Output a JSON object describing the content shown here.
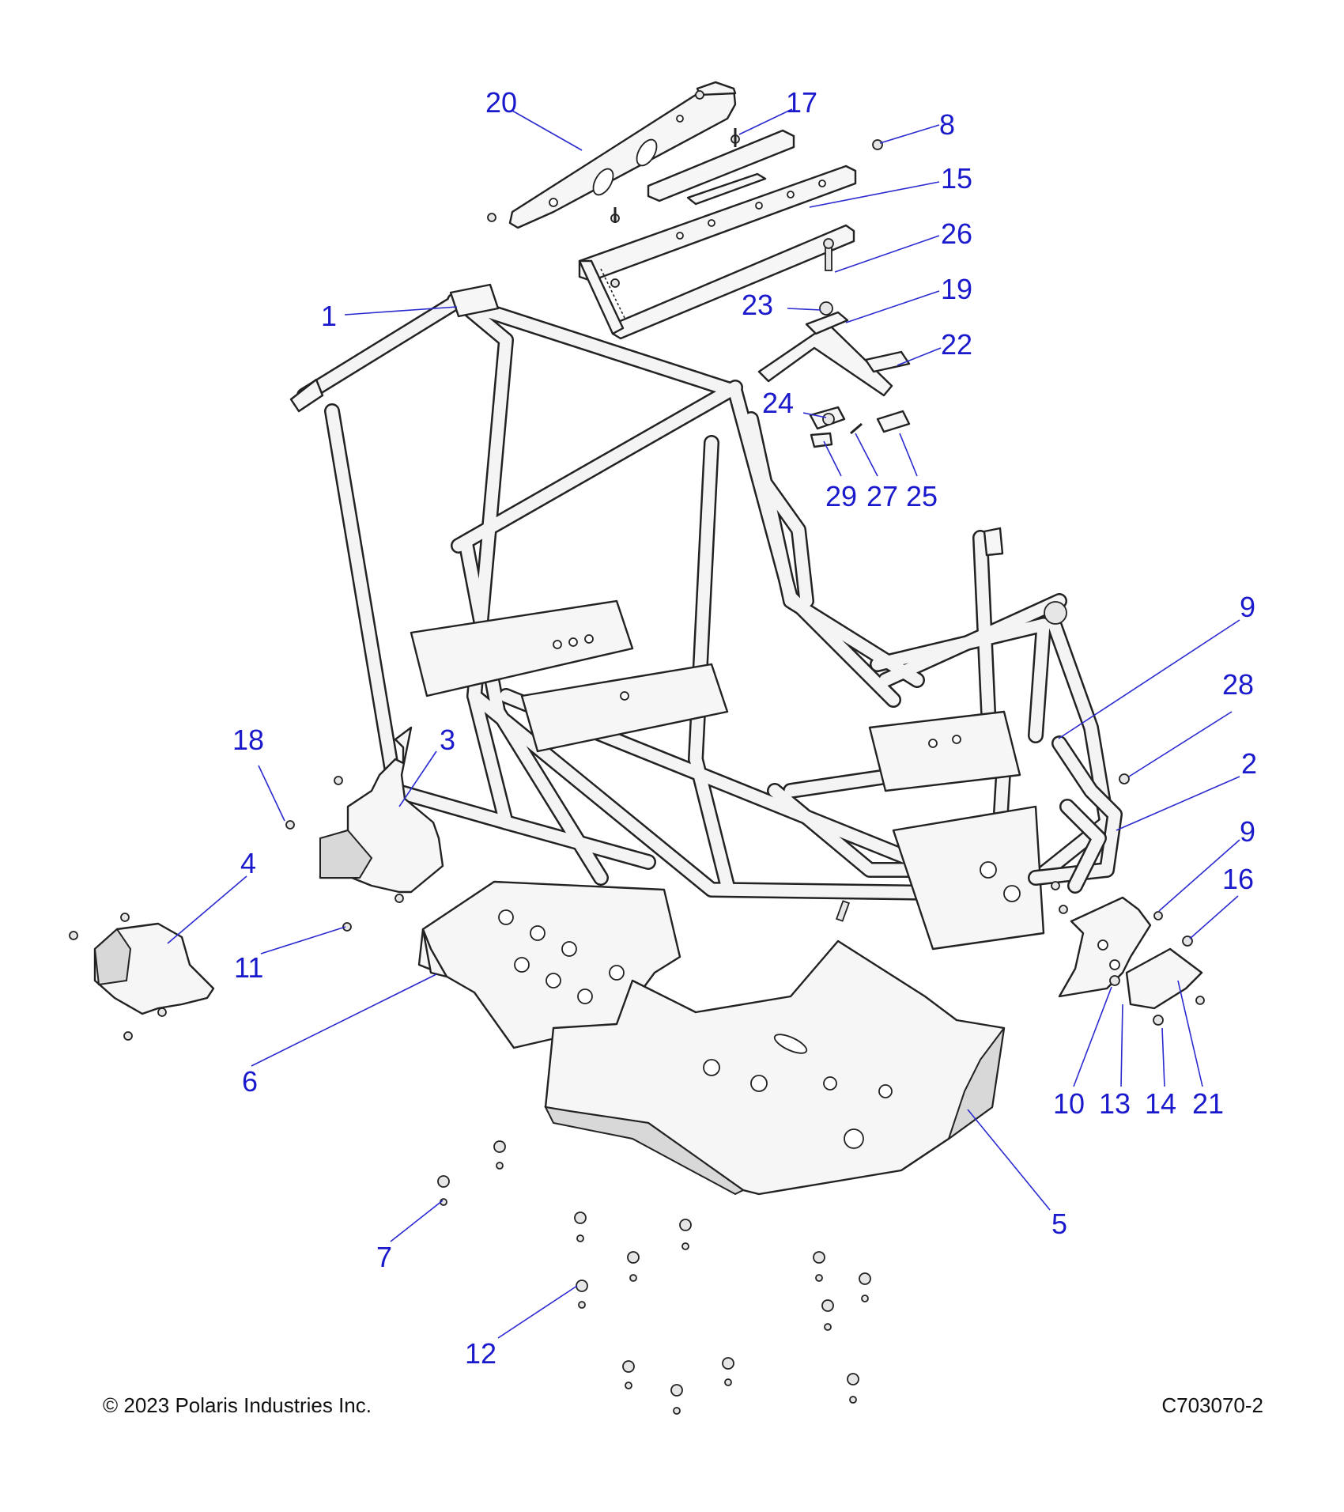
{
  "diagram": {
    "callouts": [
      {
        "id": "1",
        "label": "1"
      },
      {
        "id": "2",
        "label": "2"
      },
      {
        "id": "3",
        "label": "3"
      },
      {
        "id": "4",
        "label": "4"
      },
      {
        "id": "5",
        "label": "5"
      },
      {
        "id": "6",
        "label": "6"
      },
      {
        "id": "7",
        "label": "7"
      },
      {
        "id": "8",
        "label": "8"
      },
      {
        "id": "9a",
        "label": "9"
      },
      {
        "id": "9b",
        "label": "9"
      },
      {
        "id": "10",
        "label": "10"
      },
      {
        "id": "11",
        "label": "11"
      },
      {
        "id": "12",
        "label": "12"
      },
      {
        "id": "13",
        "label": "13"
      },
      {
        "id": "14",
        "label": "14"
      },
      {
        "id": "15",
        "label": "15"
      },
      {
        "id": "16",
        "label": "16"
      },
      {
        "id": "17",
        "label": "17"
      },
      {
        "id": "18",
        "label": "18"
      },
      {
        "id": "19",
        "label": "19"
      },
      {
        "id": "20",
        "label": "20"
      },
      {
        "id": "21",
        "label": "21"
      },
      {
        "id": "22",
        "label": "22"
      },
      {
        "id": "23",
        "label": "23"
      },
      {
        "id": "24",
        "label": "24"
      },
      {
        "id": "25",
        "label": "25"
      },
      {
        "id": "26",
        "label": "26"
      },
      {
        "id": "27",
        "label": "27"
      },
      {
        "id": "28",
        "label": "28"
      },
      {
        "id": "29",
        "label": "29"
      }
    ]
  },
  "footer": {
    "copyright": "© 2023 Polaris Industries Inc.",
    "figure_id": "C703070-2"
  },
  "colors": {
    "callout": "#1a1acc",
    "leader": "#2a2ad0",
    "line_art": "#222222",
    "fill": "#f2f2f2"
  }
}
